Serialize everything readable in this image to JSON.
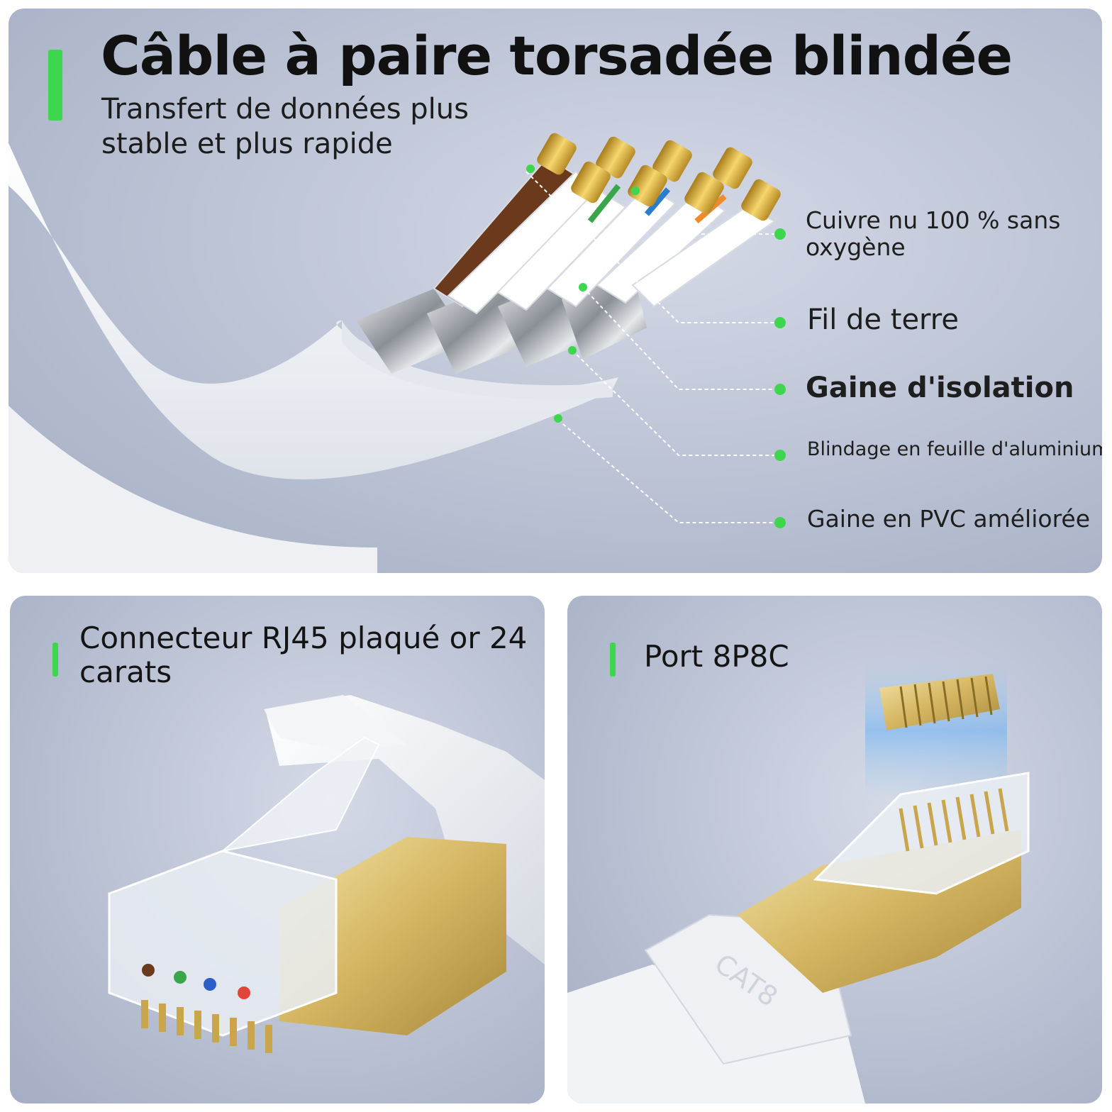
{
  "top_panel": {
    "title": "Câble à paire torsadée blindée",
    "subtitle": "Transfert de données plus stable et plus rapide",
    "callouts": [
      "Cuivre nu 100 % sans oxygène",
      "Fil de terre",
      "Gaine d'isolation",
      "Blindage en feuille d'aluminium",
      "Gaine en PVC améliorée"
    ]
  },
  "left_panel": {
    "heading": "Connecteur RJ45 plaqué or 24 carats"
  },
  "right_panel": {
    "heading": "Port 8P8C",
    "plug_marking": "CAT8"
  },
  "colors": {
    "accent": "#3fd64f",
    "panel_bg": "#b9c1d3",
    "gold": "#d9b85a",
    "cable": "#f4f5f7"
  }
}
